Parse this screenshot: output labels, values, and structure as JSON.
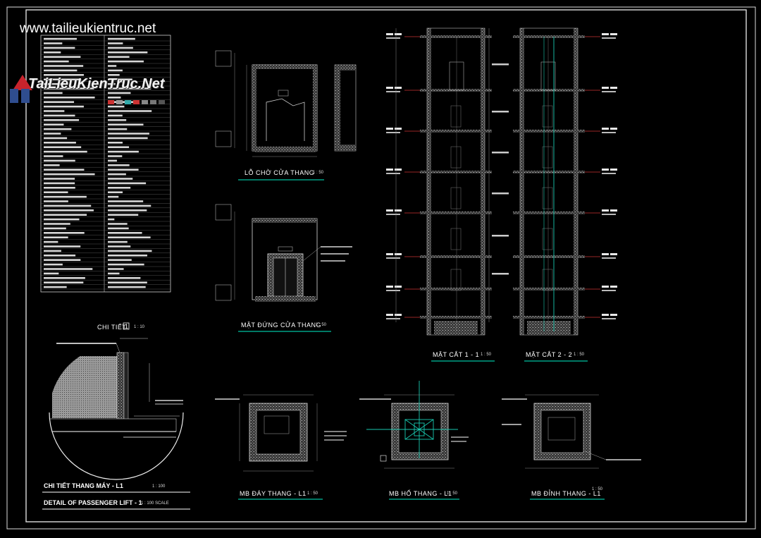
{
  "watermark": {
    "url": "www.tailieukientruc.net",
    "logo": "TaiLieuKienTruc.Net"
  },
  "drawings": {
    "lo_cho_cua": {
      "title": "LỖ CHỜ CỬA THANG",
      "scale": "1 : 50"
    },
    "mat_dung_cua": {
      "title": "MẶT ĐỨNG CỬA THANG",
      "scale": "1 : 50"
    },
    "chi_tiet": {
      "title": "CHI TIẾT",
      "num": "1",
      "scale": "1 : 10"
    },
    "mat_cat_1": {
      "title": "MẶT CẮT 1 - 1",
      "scale": "1 : 50"
    },
    "mat_cat_2": {
      "title": "MẶT CẮT 2 - 2",
      "scale": "1 : 50"
    },
    "mb_day": {
      "title": "MB ĐÁY THANG - L1",
      "scale": "1 : 50"
    },
    "mb_ho": {
      "title": "MB HỐ THANG - L1",
      "scale": "1 : 50"
    },
    "mb_dinh": {
      "title": "MB ĐỈNH THANG - L1",
      "scale": "1 : 50"
    }
  },
  "sheet_title": {
    "vi": "CHI TIẾT THANG MÁY - L1",
    "en": "DETAIL OF PASSENGER LIFT - 1",
    "scale": "1 : 100",
    "scale_en": "1 : 100 SCALE"
  }
}
